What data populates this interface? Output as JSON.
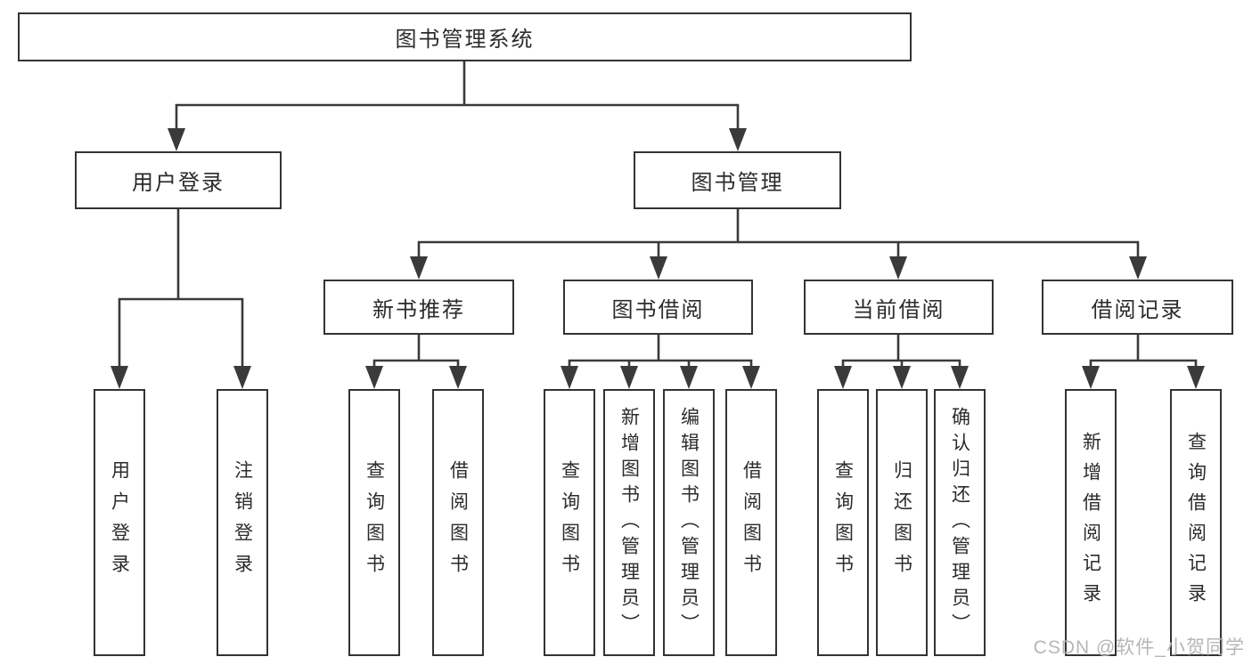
{
  "diagram": {
    "root": {
      "label": "图书管理系统"
    },
    "branches": [
      {
        "label": "用户登录",
        "leaves": [
          {
            "label": "用户登录"
          },
          {
            "label": "注销登录"
          }
        ]
      },
      {
        "label": "图书管理",
        "groups": [
          {
            "label": "新书推荐",
            "leaves": [
              {
                "label": "查询图书"
              },
              {
                "label": "借阅图书"
              }
            ]
          },
          {
            "label": "图书借阅",
            "leaves": [
              {
                "label": "查询图书"
              },
              {
                "label": "新增图书（管理员）"
              },
              {
                "label": "编辑图书（管理员）"
              },
              {
                "label": "借阅图书"
              }
            ]
          },
          {
            "label": "当前借阅",
            "leaves": [
              {
                "label": "查询图书"
              },
              {
                "label": "归还图书"
              },
              {
                "label": "确认归还（管理员）"
              }
            ]
          },
          {
            "label": "借阅记录",
            "leaves": [
              {
                "label": "新增借阅记录"
              },
              {
                "label": "查询借阅记录"
              }
            ]
          }
        ]
      }
    ]
  },
  "watermark": {
    "text": "CSDN @软件_小贺同学"
  },
  "colors": {
    "line": "#3a3a3a",
    "box_border": "#333333",
    "text": "#2b2b2b",
    "background": "#ffffff",
    "watermark": "#b6b6ba"
  }
}
